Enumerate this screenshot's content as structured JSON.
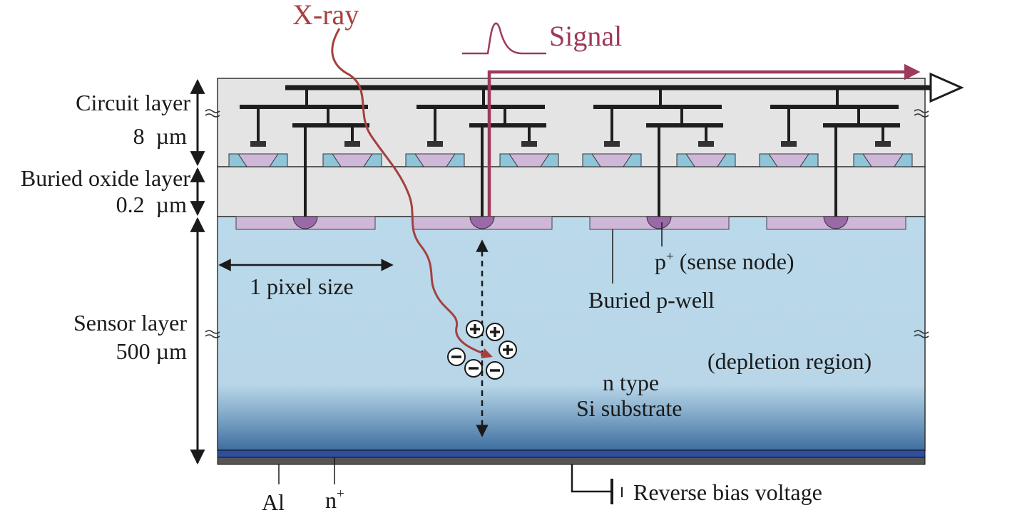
{
  "labels": {
    "xray": "X-ray",
    "signal": "Signal",
    "circuit_layer": "Circuit layer",
    "circuit_thickness": "8  µm",
    "buried_oxide_layer": "Buried oxide layer",
    "buried_oxide_thickness": "0.2  µm",
    "sensor_layer": "Sensor layer",
    "sensor_thickness": "500 µm",
    "pixel_size": "1 pixel size",
    "sense_node_p": "p",
    "sense_node_sup": "+",
    "sense_node_rest": " (sense node)",
    "buried_pwell": "Buried p-well",
    "depletion_region": "(depletion region)",
    "n_type": "n type",
    "si_substrate": "Si substrate",
    "al": "Al",
    "n_plus": "n",
    "n_plus_sup": "+",
    "reverse_bias": "Reverse bias voltage"
  },
  "colors": {
    "circuit_layer": "#e4e4e4",
    "oxide_layer": "#e4e4e4",
    "sensor_top": "#b8d8ea",
    "sensor_bottom": "#4a7aa8",
    "pwell": "#cfb7d8",
    "sense_node": "#9a6aa8",
    "transistor_blue": "#8ec5d8",
    "xray_path": "#a5403f",
    "signal_path": "#a03a5a",
    "n_plus_layer": "#2f4f9e",
    "al_layer": "#555555",
    "wire": "#1e1e1e"
  },
  "icons": {
    "charge_plus": "plus-in-circle",
    "charge_minus": "minus-in-circle",
    "amplifier": "triangle-amplifier",
    "battery": "battery-symbol",
    "break": "break-mark"
  }
}
